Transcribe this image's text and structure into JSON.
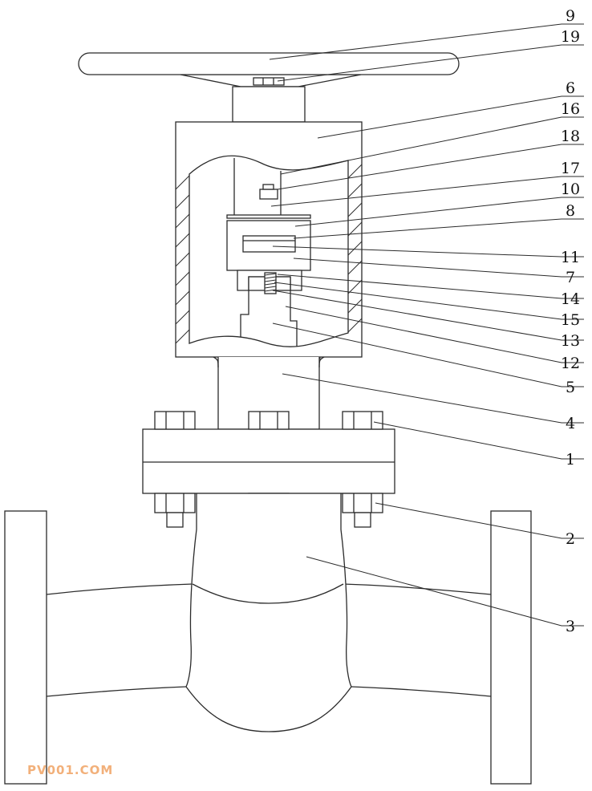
{
  "diagram": {
    "callouts": [
      {
        "id": "9",
        "label": "9"
      },
      {
        "id": "19",
        "label": "19"
      },
      {
        "id": "6",
        "label": "6"
      },
      {
        "id": "16",
        "label": "16"
      },
      {
        "id": "18",
        "label": "18"
      },
      {
        "id": "17",
        "label": "17"
      },
      {
        "id": "10",
        "label": "10"
      },
      {
        "id": "8",
        "label": "8"
      },
      {
        "id": "11",
        "label": "11"
      },
      {
        "id": "7",
        "label": "7"
      },
      {
        "id": "14",
        "label": "14"
      },
      {
        "id": "15",
        "label": "15"
      },
      {
        "id": "13",
        "label": "13"
      },
      {
        "id": "12",
        "label": "12"
      },
      {
        "id": "5",
        "label": "5"
      },
      {
        "id": "4",
        "label": "4"
      },
      {
        "id": "1",
        "label": "1"
      },
      {
        "id": "2",
        "label": "2"
      },
      {
        "id": "3",
        "label": "3"
      }
    ],
    "watermark": "PV001.COM",
    "colors": {
      "line": "#2b2b2b",
      "watermark": "#f2b07a"
    }
  }
}
